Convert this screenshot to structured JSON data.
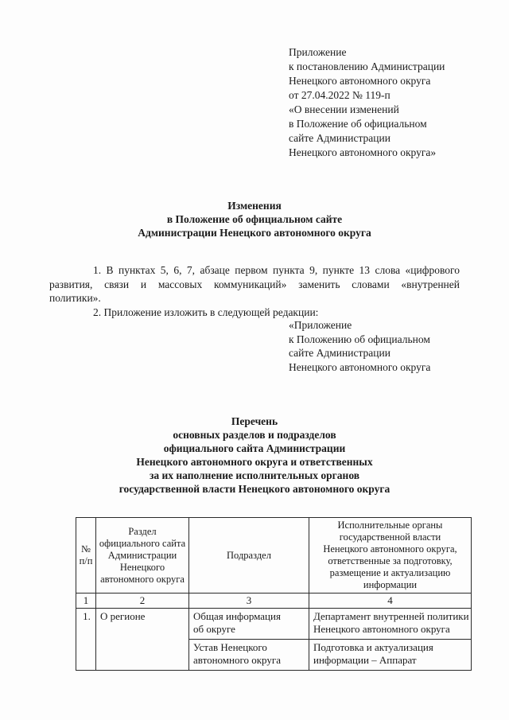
{
  "appendix_reference": {
    "lines": [
      "Приложение",
      "к постановлению Администрации",
      "Ненецкого автономного округа",
      "от 27.04.2022 № 119-п",
      "«О внесении изменений",
      "в Положение об официальном",
      "сайте Администрации",
      "Ненецкого автономного округа»"
    ]
  },
  "changes_title": {
    "lines": [
      "Изменения",
      "в Положение об официальном сайте",
      "Администрации Ненецкого автономного округа"
    ]
  },
  "body": {
    "p1_lines": [
      "1. В пунктах 5, 6, 7, абзаце первом пункта 9, пункте 13 слова «цифрового",
      "развития, связи и массовых коммуникаций» заменить словами «внутренней",
      "политики»."
    ],
    "p2": "2. Приложение изложить в следующей редакции:"
  },
  "appendix_reference2": {
    "lines": [
      "«Приложение",
      "к Положению об официальном",
      "сайте Администрации",
      "Ненецкого автономного округа"
    ]
  },
  "list_title": {
    "lines": [
      "Перечень",
      "основных разделов и подразделов",
      "официального сайта Администрации",
      "Ненецкого автономного округа и ответственных",
      "за их наполнение исполнительных органов",
      "государственной власти Ненецкого автономного округа"
    ]
  },
  "table": {
    "headers": [
      {
        "lines": [
          "№",
          "п/п"
        ]
      },
      {
        "lines": [
          "Раздел",
          "официального сайта",
          "Администрации",
          "Ненецкого",
          "автономного округа"
        ]
      },
      {
        "lines": [
          "Подраздел"
        ]
      },
      {
        "lines": [
          "Исполнительные органы",
          "государственной власти",
          "Ненецкого автономного округа,",
          "ответственные за подготовку,",
          "размещение и актуализацию",
          "информации"
        ]
      }
    ],
    "column_numbers": [
      "1",
      "2",
      "3",
      "4"
    ],
    "rows": [
      {
        "num": "1.",
        "section": "О регионе",
        "subsection_lines": [
          "Общая информация",
          "об округе"
        ],
        "responsible_lines": [
          "Департамент внутренней политики",
          "Ненецкого автономного округа"
        ]
      },
      {
        "subsection_lines": [
          "Устав Ненецкого",
          "автономного округа"
        ],
        "responsible_lines": [
          "Подготовка и актуализация",
          "информации – Аппарат"
        ]
      }
    ]
  },
  "colors": {
    "page_background": "#fdfdfd",
    "text": "#1b1b1b",
    "table_border": "#2a2a2a"
  }
}
